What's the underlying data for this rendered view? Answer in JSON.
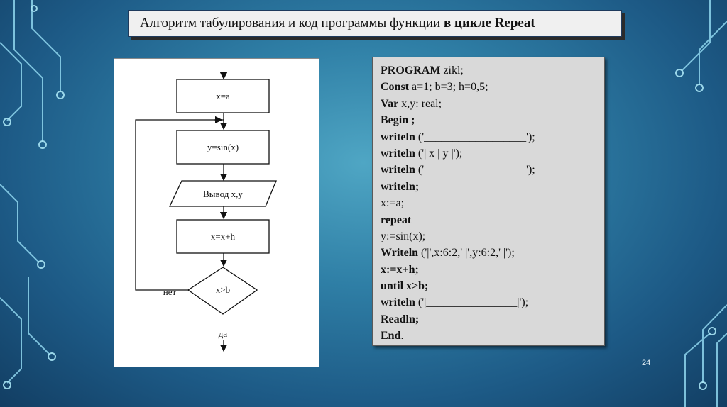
{
  "slide": {
    "title_plain": "Алгоритм табулирования  и код  программы функции ",
    "title_emph": "в цикле Repeat",
    "page_number": "24"
  },
  "flowchart": {
    "init": "x=a",
    "compute": "y=sin(x)",
    "output": "Вывод x,y",
    "step": "x=x+h",
    "condition": "x>b",
    "no_label": "нет",
    "yes_label": "да"
  },
  "code": {
    "lines": [
      {
        "kw": "PROGRAM",
        "rest": " zikl;"
      },
      {
        "kw": "Const",
        "rest": " a=1; b=3; h=0,5;"
      },
      {
        "kw": "Var",
        "rest": " x,y: real;"
      },
      {
        "kw": "Begin ;",
        "rest": ""
      },
      {
        "kw": "writeln",
        "rest": " ('__________________');"
      },
      {
        "kw": "writeln",
        "rest": " ('| x | y |');"
      },
      {
        "kw": "writeln",
        "rest": " ('__________________');"
      },
      {
        "kw": "writeln;",
        "rest": ""
      },
      {
        "kw": "",
        "rest": "x:=a;"
      },
      {
        "kw": "repeat",
        "rest": ""
      },
      {
        "kw": "",
        "rest": "y:=sin(x);"
      },
      {
        "kw": "Writeln",
        "rest": " ('|',x:6:2,' |',y:6:2,' |');"
      },
      {
        "kw": "x:=x+h;",
        "rest": ""
      },
      {
        "kw": "until x>b;",
        "rest": ""
      },
      {
        "kw": "writeln",
        "rest": " ('|________________|');"
      },
      {
        "kw": "Readln;",
        "rest": ""
      },
      {
        "kw": "End",
        "rest": "."
      }
    ]
  },
  "colors": {
    "background": "#2f7fa6",
    "decor_line": "#8fd6ee",
    "code_bg": "#d9d9d9"
  }
}
